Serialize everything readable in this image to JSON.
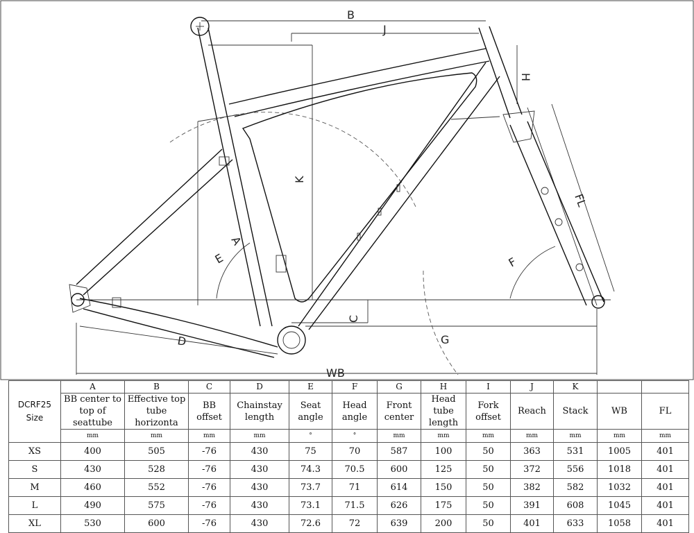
{
  "drawing": {
    "labels": {
      "b": "B",
      "j": "J",
      "h": "H",
      "k": "K",
      "a": "A",
      "e": "E",
      "f": "F",
      "c": "C",
      "d": "D",
      "g": "G",
      "wb": "WB",
      "fl": "FL"
    }
  },
  "table": {
    "model": "DCRF25",
    "size_label": "Size",
    "columns": [
      {
        "letter": "A",
        "name": "BB center to top of seattube",
        "unit": "mm"
      },
      {
        "letter": "B",
        "name": "Effective top tube horizonta",
        "unit": "mm"
      },
      {
        "letter": "C",
        "name": "BB offset",
        "unit": "mm"
      },
      {
        "letter": "D",
        "name": "Chainstay length",
        "unit": "mm"
      },
      {
        "letter": "E",
        "name": "Seat angle",
        "unit": "°"
      },
      {
        "letter": "F",
        "name": "Head angle",
        "unit": "°"
      },
      {
        "letter": "G",
        "name": "Front center",
        "unit": "mm"
      },
      {
        "letter": "H",
        "name": "Head tube length",
        "unit": "mm"
      },
      {
        "letter": "I",
        "name": "Fork offset",
        "unit": "mm"
      },
      {
        "letter": "J",
        "name": "Reach",
        "unit": "mm"
      },
      {
        "letter": "K",
        "name": "Stack",
        "unit": "mm"
      },
      {
        "letter": "",
        "name": "WB",
        "unit": "mm"
      },
      {
        "letter": "",
        "name": "FL",
        "unit": "mm"
      }
    ],
    "rows": [
      {
        "size": "XS",
        "values": [
          "400",
          "505",
          "-76",
          "430",
          "75",
          "70",
          "587",
          "100",
          "50",
          "363",
          "531",
          "1005",
          "401"
        ]
      },
      {
        "size": "S",
        "values": [
          "430",
          "528",
          "-76",
          "430",
          "74.3",
          "70.5",
          "600",
          "125",
          "50",
          "372",
          "556",
          "1018",
          "401"
        ]
      },
      {
        "size": "M",
        "values": [
          "460",
          "552",
          "-76",
          "430",
          "73.7",
          "71",
          "614",
          "150",
          "50",
          "382",
          "582",
          "1032",
          "401"
        ]
      },
      {
        "size": "L",
        "values": [
          "490",
          "575",
          "-76",
          "430",
          "73.1",
          "71.5",
          "626",
          "175",
          "50",
          "391",
          "608",
          "1045",
          "401"
        ]
      },
      {
        "size": "XL",
        "values": [
          "530",
          "600",
          "-76",
          "430",
          "72.6",
          "72",
          "639",
          "200",
          "50",
          "401",
          "633",
          "1058",
          "401"
        ]
      }
    ]
  }
}
